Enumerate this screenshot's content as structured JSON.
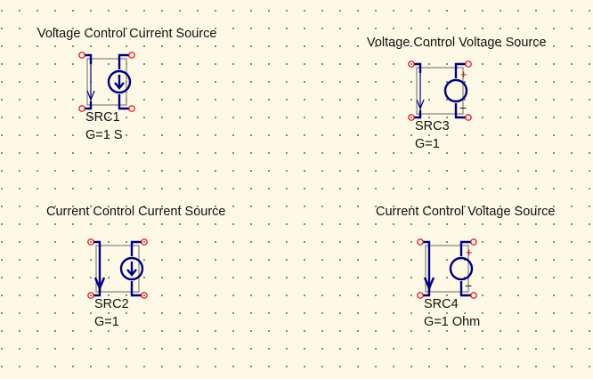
{
  "colors": {
    "background": "#fef9e6",
    "wire": "#00007f",
    "port": "#e00000",
    "body_frame": "#808080",
    "polarity": "#e00000",
    "text": "#111111"
  },
  "components": [
    {
      "id": "SRC1",
      "title": "Voltage Control Current Source",
      "name": "SRC1",
      "param": "G=1 S",
      "kind": "vccs",
      "input_arrow": "thin",
      "output_symbol": "current-source-icon"
    },
    {
      "id": "SRC3",
      "title": "Voltage Control Voltage Source",
      "name": "SRC3",
      "param": "G=1",
      "kind": "vcvs",
      "input_arrow": "thin",
      "output_symbol": "voltage-source-icon",
      "plus": "+",
      "minus": "−"
    },
    {
      "id": "SRC2",
      "title": "Current Control Current Source",
      "name": "SRC2",
      "param": "G=1",
      "kind": "cccs",
      "input_arrow": "thick",
      "output_symbol": "current-source-icon"
    },
    {
      "id": "SRC4",
      "title": "Current Control Voltage Source",
      "name": "SRC4",
      "param": "G=1 Ohm",
      "kind": "ccvs",
      "input_arrow": "thick",
      "output_symbol": "voltage-source-icon",
      "plus": "+",
      "minus": "−"
    }
  ]
}
